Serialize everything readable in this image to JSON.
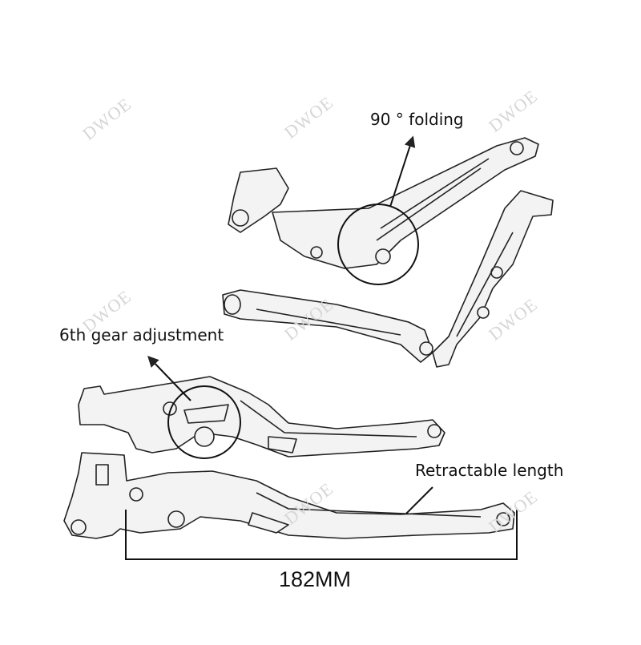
{
  "annotations": {
    "folding": "90 ° folding",
    "gear_adjustment": "6th gear adjustment",
    "retractable": "Retractable length",
    "dimension": "182MM"
  },
  "watermark": "DWOE",
  "colors": {
    "line": "#222222",
    "part_fill": "#f3f3f3",
    "watermark": "#d6d6d6"
  }
}
